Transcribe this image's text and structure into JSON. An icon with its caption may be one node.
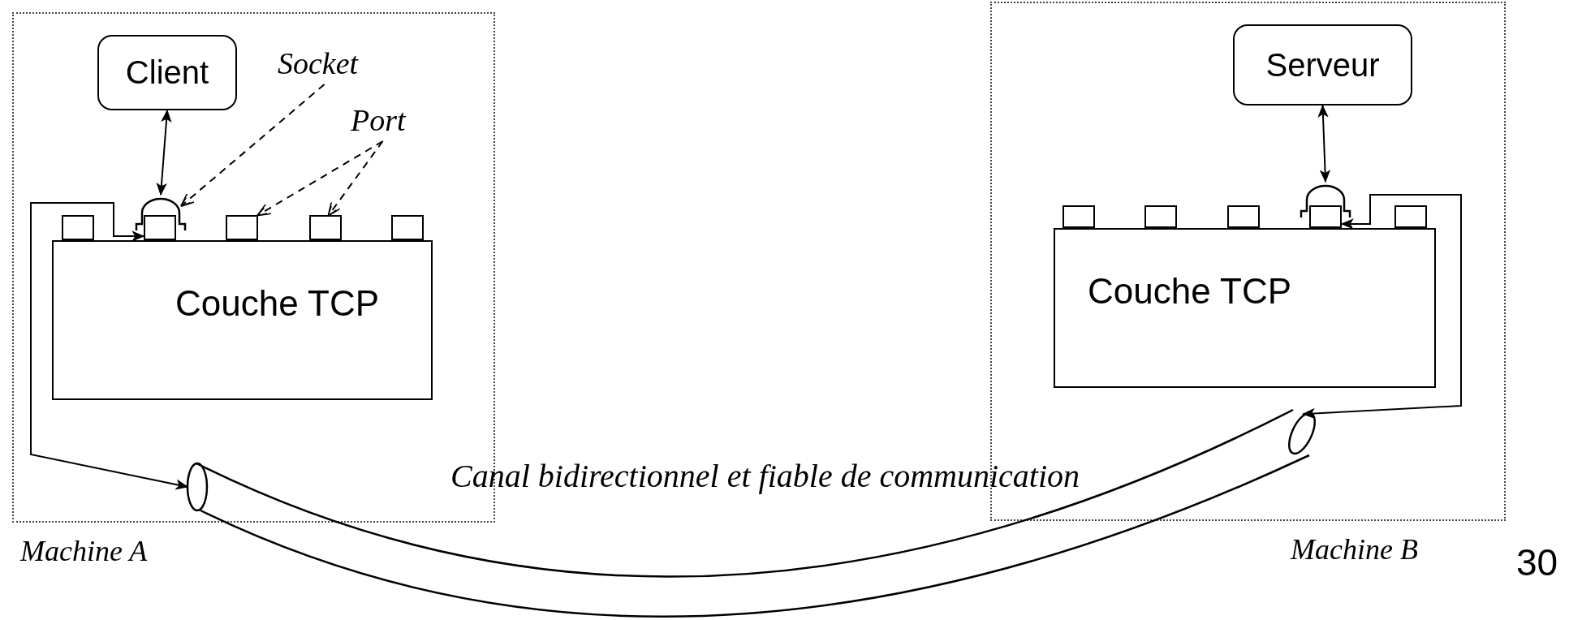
{
  "diagram": {
    "nodes": [
      {
        "text": [
          "Machine A"
        ]
      },
      {
        "text": [
          "Client"
        ],
        "in": 0
      },
      {
        "text": [
          "Socket"
        ],
        "in": 0
      },
      {
        "text": [
          "Port"
        ],
        "in": 0
      },
      {
        "text": [],
        "shape": "dome",
        "in": 0
      },
      {
        "text": [],
        "shape": "box",
        "in": 0
      },
      {
        "text": [],
        "shape": "box",
        "in": 0
      },
      {
        "text": [],
        "shape": "box",
        "in": 0
      },
      {
        "text": [],
        "shape": "box",
        "in": 0
      },
      {
        "text": [],
        "shape": "box",
        "in": 0
      },
      {
        "text": [
          "Couche TCP"
        ],
        "in": 0
      },
      {
        "text": [
          "Machine B"
        ]
      },
      {
        "text": [
          "Serveur"
        ],
        "in": 11
      },
      {
        "text": [],
        "shape": "dome",
        "in": 11
      },
      {
        "text": [],
        "shape": "box",
        "in": 11
      },
      {
        "text": [],
        "shape": "box",
        "in": 11
      },
      {
        "text": [],
        "shape": "box",
        "in": 11
      },
      {
        "text": [],
        "shape": "box",
        "in": 11
      },
      {
        "text": [],
        "shape": "box",
        "in": 11
      },
      {
        "text": [
          "Couche TCP"
        ],
        "in": 11
      },
      {
        "text": [
          "Canal bidirectionnel et fiable de communication"
        ]
      }
    ],
    "edges": [
      {
        "from": 1,
        "to": 4,
        "arrow": "both"
      },
      {
        "from": 2,
        "to": 4,
        "arrow": "to",
        "style": "dashed"
      },
      {
        "from": 3,
        "to": 7,
        "arrow": "to",
        "style": "dashed"
      },
      {
        "from": 3,
        "to": 8,
        "arrow": "to",
        "style": "dashed"
      },
      {
        "from": 6,
        "to": 20,
        "arrow": "both"
      },
      {
        "from": 12,
        "to": 13,
        "arrow": "both"
      },
      {
        "from": 17,
        "to": 20,
        "arrow": "both"
      }
    ],
    "labels": [
      "30"
    ]
  }
}
